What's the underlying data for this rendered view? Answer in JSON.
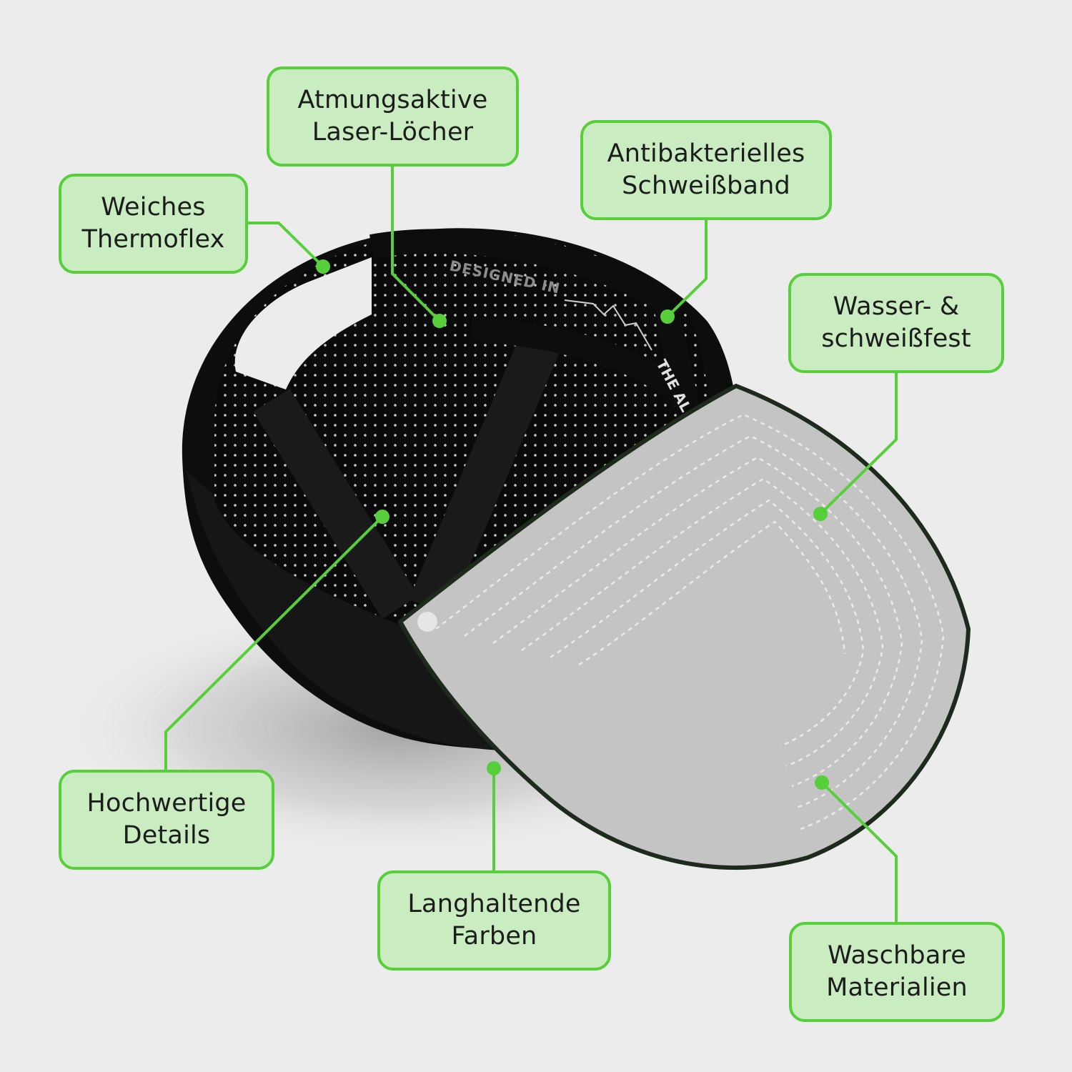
{
  "colors": {
    "background": "#ececec",
    "accent": "#56cf3a",
    "label_fill": "#c9edc0",
    "cap_body": "#0d0d0d",
    "cap_brim_underside": "#c4c4c4"
  },
  "cap_print": {
    "designed_in": "DESIGNED IN",
    "the_alps": "THE ALPS"
  },
  "labels": {
    "thermoflex": {
      "line1": "Weiches",
      "line2": "Thermoflex"
    },
    "laser": {
      "line1": "Atmungsaktive",
      "line2": "Laser-Löcher"
    },
    "sweatband": {
      "line1": "Antibakterielles",
      "line2": "Schweißband"
    },
    "waterproof": {
      "line1": "Wasser- &",
      "line2": "schweißfest"
    },
    "details": {
      "line1": "Hochwertige",
      "line2": "Details"
    },
    "colors": {
      "line1": "Langhaltende",
      "line2": "Farben"
    },
    "washable": {
      "line1": "Waschbare",
      "line2": "Materialien"
    }
  }
}
